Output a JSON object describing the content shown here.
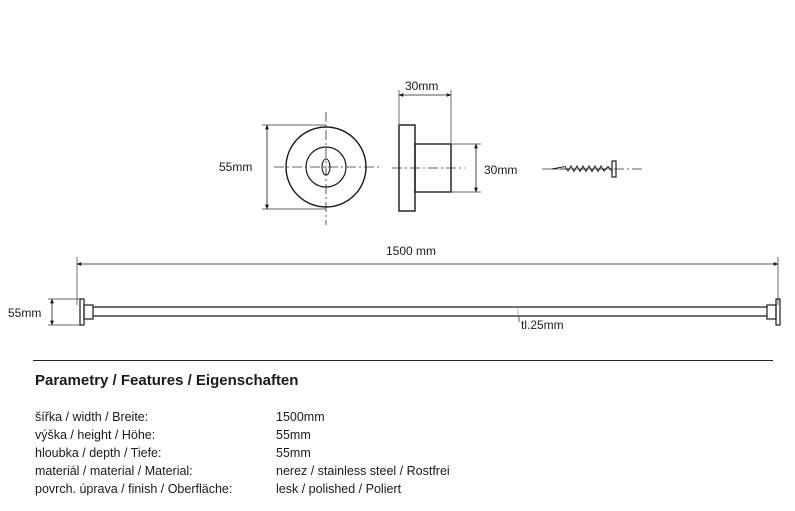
{
  "drawing": {
    "front_view_height_label": "55mm",
    "side_view_depth_label": "30mm",
    "side_view_height_label": "30mm",
    "rod_length_label": "1500 mm",
    "rod_end_height_label": "55mm",
    "rod_thickness_label": "tl.25mm"
  },
  "features": {
    "title": "Parametry / Features / Eigenschaften",
    "rows": [
      {
        "label": "šířka / width / Breite:",
        "value": "1500mm"
      },
      {
        "label": "výška / height / Höhe:",
        "value": "55mm"
      },
      {
        "label": "hloubka / depth / Tiefe:",
        "value": "55mm"
      },
      {
        "label": "materiál / material / Material:",
        "value": "nerez / stainless steel / Rostfrei"
      },
      {
        "label": "povrch. úprava / finish / Oberfläche:",
        "value": "lesk / polished / Poliert"
      }
    ]
  }
}
